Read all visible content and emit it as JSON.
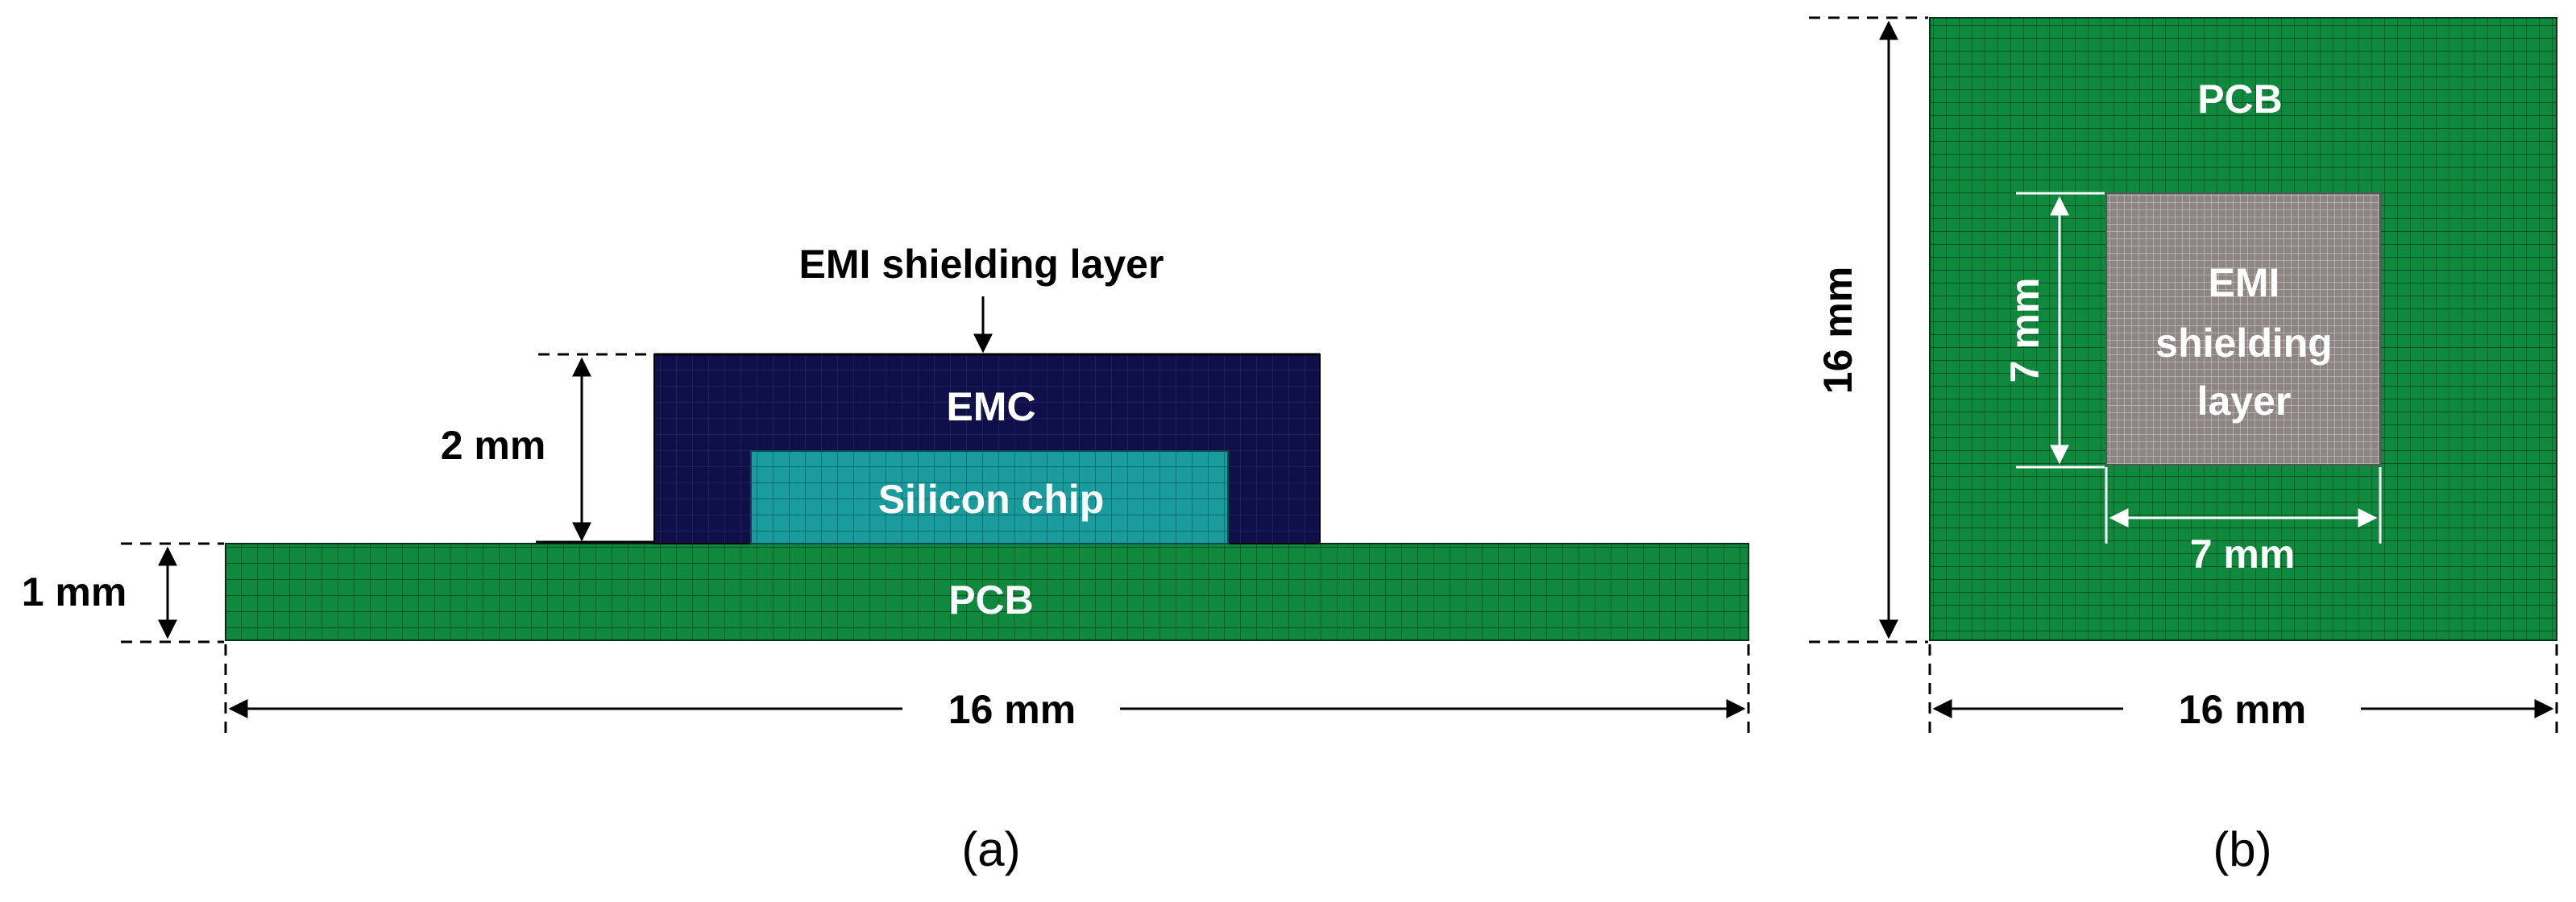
{
  "panel_a": {
    "top_label": "EMI shielding layer",
    "emc_label": "EMC",
    "chip_label": "Silicon chip",
    "pcb_label": "PCB",
    "dim_height_emc": "2 mm",
    "dim_height_pcb": "1 mm",
    "dim_width": "16 mm",
    "caption": "(a)"
  },
  "panel_b": {
    "pcb_label": "PCB",
    "center_label_lines": [
      "EMI",
      "shielding",
      "layer"
    ],
    "dim_height": "16 mm",
    "dim_inner_height": "7 mm",
    "dim_inner_width": "7 mm",
    "dim_width": "16 mm",
    "caption": "(b)"
  },
  "colors": {
    "pcb": "#10893f",
    "emc": "#0f0f4a",
    "chip": "#1a9c9c",
    "shield": "#8d8583",
    "mesh_line": "#04301a",
    "shield_mesh": "#d8d2d0"
  }
}
